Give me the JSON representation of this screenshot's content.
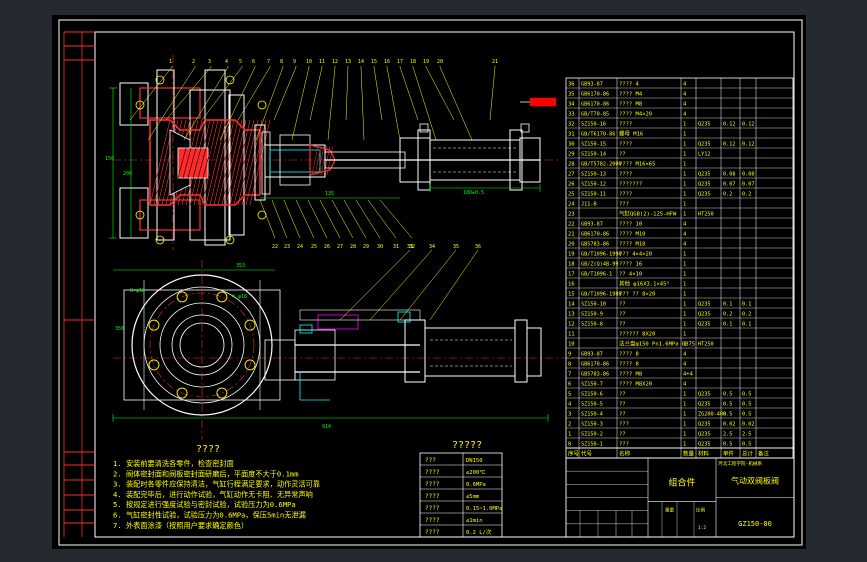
{
  "drawing": {
    "title_block": {
      "assembly_label": "组合件",
      "drawing_name": "气动双阀板阀",
      "drawing_number": "GZ150-00",
      "designer_note": "河北工程学院·机械系",
      "weight_header": "重量",
      "scale_header": "比例",
      "scale_value": "1:2"
    },
    "sections": {
      "notes_title": "????",
      "spec_title": "?????"
    },
    "notes": [
      "1. 安装前要清洗各零件，检查密封面",
      "2. 阀体密封面和阀板密封面研磨后，平面度不大于0.1mm",
      "3. 装配时各零件应保持清洁，气缸行程满足要求，动作灵活可靠",
      "4. 装配完毕后，进行动作试验，气缸动作无卡阻、无异常声响",
      "5. 按规定进行强度试验与密封试验，试验压力为0.6MPa",
      "6. 气缸密封性试验，试验压力为0.6MPa，保压5min无泄漏",
      "7. 外表面涂漆（按照用户要求确定颜色）"
    ],
    "spec_table": [
      {
        "label": "???",
        "value": "DN150"
      },
      {
        "label": "????",
        "value": "≤200℃"
      },
      {
        "label": "????",
        "value": "0.6MPa"
      },
      {
        "label": "????",
        "value": "≤5mm"
      },
      {
        "label": "????",
        "value": "0.15~1.0MPa"
      },
      {
        "label": "????",
        "value": "≤1min"
      },
      {
        "label": "????",
        "value": "0.2 L/次"
      }
    ],
    "bom_header": {
      "no": "序号",
      "code": "代号",
      "name": "名称",
      "qty": "数量",
      "material": "材料",
      "unit_weight": "单件",
      "total_weight": "总计",
      "remark": "备注"
    },
    "bom": [
      {
        "no": "36",
        "code": "GB93-87",
        "name": "???? 4",
        "qty": "4",
        "material": "",
        "w1": "",
        "w2": ""
      },
      {
        "no": "35",
        "code": "GB6170-86",
        "name": "???? M4",
        "qty": "4",
        "material": "",
        "w1": "",
        "w2": ""
      },
      {
        "no": "34",
        "code": "GB6170-86",
        "name": "???? M8",
        "qty": "4",
        "material": "",
        "w1": "",
        "w2": ""
      },
      {
        "no": "33",
        "code": "GB/T70-85",
        "name": "???? M4×20",
        "qty": "4",
        "material": "",
        "w1": "",
        "w2": ""
      },
      {
        "no": "32",
        "code": "SZ150-16",
        "name": "????",
        "qty": "1",
        "material": "Q235",
        "w1": "0.12",
        "w2": "0.12"
      },
      {
        "no": "31",
        "code": "GB/T6170-86",
        "name": "螺母 M16",
        "qty": "1",
        "material": "",
        "w1": "",
        "w2": ""
      },
      {
        "no": "30",
        "code": "SZ150-15",
        "name": "????",
        "qty": "1",
        "material": "Q235",
        "w1": "0.12",
        "w2": "0.12"
      },
      {
        "no": "29",
        "code": "SZ150-14",
        "name": "??",
        "qty": "1",
        "material": "LY12",
        "w1": "",
        "w2": ""
      },
      {
        "no": "28",
        "code": "GB/T5782-2000",
        "name": "???? M16×65",
        "qty": "1",
        "material": "",
        "w1": "",
        "w2": ""
      },
      {
        "no": "27",
        "code": "SZ150-13",
        "name": "????",
        "qty": "1",
        "material": "Q235",
        "w1": "0.08",
        "w2": "0.08"
      },
      {
        "no": "26",
        "code": "SZ150-12",
        "name": "???????",
        "qty": "1",
        "material": "Q235",
        "w1": "0.07",
        "w2": "0.07"
      },
      {
        "no": "25",
        "code": "SZ150-11",
        "name": "????",
        "qty": "1",
        "material": "Q235",
        "w1": "0.2",
        "w2": "0.2"
      },
      {
        "no": "24",
        "code": "J11-B",
        "name": "???",
        "qty": "1",
        "material": "",
        "w1": "",
        "w2": ""
      },
      {
        "no": "23",
        "code": "",
        "name": "气缸QGB(2)-125-HFW",
        "qty": "1",
        "material": "HT250",
        "w1": "",
        "w2": ""
      },
      {
        "no": "22",
        "code": "GB93-87",
        "name": "???? 10",
        "qty": "4",
        "material": "",
        "w1": "",
        "w2": ""
      },
      {
        "no": "21",
        "code": "GB6170-86",
        "name": "???? M10",
        "qty": "4",
        "material": "",
        "w1": "",
        "w2": ""
      },
      {
        "no": "20",
        "code": "GB5783-86",
        "name": "???? M10",
        "qty": "4",
        "material": "",
        "w1": "",
        "w2": ""
      },
      {
        "no": "19",
        "code": "GB/T1096-1990",
        "name": "??? 4×4×20",
        "qty": "1",
        "material": "",
        "w1": "",
        "w2": ""
      },
      {
        "no": "18",
        "code": "GB/Z(Q)4B-99",
        "name": "???? 16",
        "qty": "1",
        "material": "",
        "w1": "",
        "w2": ""
      },
      {
        "no": "17",
        "code": "GB/T1096-1",
        "name": "?? 4×10",
        "qty": "1",
        "material": "",
        "w1": "",
        "w2": ""
      },
      {
        "no": "16",
        "code": "",
        "name": "其他 φ16X3.1×45°",
        "qty": "1",
        "material": "",
        "w1": "",
        "w2": ""
      },
      {
        "no": "15",
        "code": "GB/T1096-1988",
        "name": "??? ?? 8×20",
        "qty": "1",
        "material": "",
        "w1": "",
        "w2": ""
      },
      {
        "no": "14",
        "code": "SZ150-10",
        "name": "??",
        "qty": "1",
        "material": "Q235",
        "w1": "0.1",
        "w2": "0.1"
      },
      {
        "no": "13",
        "code": "SZ150-9",
        "name": "??",
        "qty": "1",
        "material": "Q235",
        "w1": "0.2",
        "w2": "0.2"
      },
      {
        "no": "12",
        "code": "SZ150-8",
        "name": "??",
        "qty": "1",
        "material": "Q235",
        "w1": "0.1",
        "w2": "0.1"
      },
      {
        "no": "11",
        "code": "",
        "name": "?????? 8X20",
        "qty": "1",
        "material": "",
        "w1": "",
        "w2": ""
      },
      {
        "no": "10",
        "code": "",
        "name": "法兰盘φ150 Pn1.6MPa GB75",
        "qty": "1",
        "material": "HT250",
        "w1": "",
        "w2": ""
      },
      {
        "no": "9",
        "code": "GB93-87",
        "name": "???? 8",
        "qty": "4",
        "material": "",
        "w1": "",
        "w2": ""
      },
      {
        "no": "8",
        "code": "GB6170-86",
        "name": "???? 8",
        "qty": "4",
        "material": "",
        "w1": "",
        "w2": ""
      },
      {
        "no": "7",
        "code": "GB5783-86",
        "name": "???? M8",
        "qty": "4+4",
        "material": "",
        "w1": "",
        "w2": ""
      },
      {
        "no": "6",
        "code": "SZ150-7",
        "name": "???? M8X20",
        "qty": "4",
        "material": "",
        "w1": "",
        "w2": ""
      },
      {
        "no": "5",
        "code": "SZ150-6",
        "name": "??",
        "qty": "1",
        "material": "Q235",
        "w1": "0.5",
        "w2": "0.5"
      },
      {
        "no": "4",
        "code": "SZ150-5",
        "name": "??",
        "qty": "1",
        "material": "Q235",
        "w1": "0.5",
        "w2": "0.5"
      },
      {
        "no": "3",
        "code": "SZ150-4",
        "name": "??",
        "qty": "1",
        "material": "ZG200-400",
        "w1": "0.5",
        "w2": "0.5"
      },
      {
        "no": "2",
        "code": "SZ150-3",
        "name": "???",
        "qty": "1",
        "material": "Q235",
        "w1": "0.02",
        "w2": "0.02"
      },
      {
        "no": "1",
        "code": "SZ150-2",
        "name": "??",
        "qty": "1",
        "material": "Q235",
        "w1": "2.5",
        "w2": "2.5"
      },
      {
        "no": "0",
        "code": "SZ150-1",
        "name": "???",
        "qty": "1",
        "material": "Q235",
        "w1": "0.5",
        "w2": "0.5"
      }
    ],
    "dims": {
      "body_length": "180±0.5",
      "flange_height": "350",
      "stroke": "135",
      "top_width": "353",
      "overall_length": "914",
      "bolt_label_a": "8-φ18",
      "bolt_label_b": "4-φ18",
      "vert_a": "150",
      "vert_b": "200"
    },
    "callouts_top": [
      "1",
      "2",
      "3",
      "4",
      "5",
      "6",
      "7",
      "8",
      "9",
      "10",
      "11",
      "12",
      "13",
      "14",
      "15",
      "16",
      "17",
      "18",
      "19",
      "20",
      "21"
    ],
    "callouts_mid": [
      "22",
      "23",
      "24",
      "25",
      "26",
      "27",
      "28",
      "29",
      "30",
      "31",
      "32"
    ],
    "callouts_bottom": [
      "33",
      "34",
      "35",
      "36"
    ]
  },
  "colors": {
    "background": "#000000",
    "outer": "#252930",
    "frame": "#ffffff",
    "outline": "#ffffff",
    "center_line": "#ff2a2a",
    "hatch": "#ff3030",
    "dimension": "#00ff00",
    "leader": "#ffff00",
    "body": "#00ffff",
    "cylinder_fill": "#808080",
    "text": "#ffff00",
    "magenta": "#ff00ff"
  }
}
